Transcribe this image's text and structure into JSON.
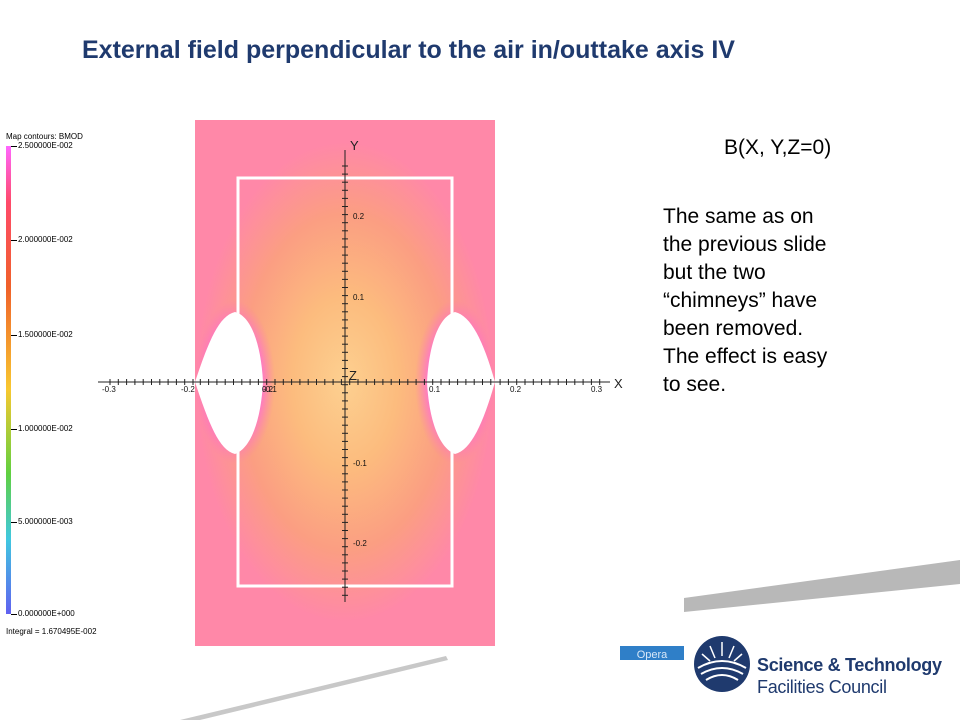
{
  "slide": {
    "title": "External field perpendicular to the air in/outtake axis IV",
    "field_formula": "B(X, Y,Z=0)",
    "description": "The same as on\nthe previous slide\nbut the two\n“chimneys” have\nbeen removed.\nThe effect is easy\nto see."
  },
  "legend": {
    "title": "Map contours: BMOD",
    "levels": [
      "2.500000E-002",
      "2.000000E-002",
      "1.500000E-002",
      "1.000000E-002",
      "5.000000E-003",
      "0.000000E+000"
    ],
    "integral": "Integral = 1.670495E-002"
  },
  "plot": {
    "axis_x_label": "X",
    "axis_y_label": "Y",
    "axis_z_label": "Z",
    "x_ticks": [
      "-0.3",
      "-0.2",
      "-0.1",
      "0.1",
      "0.2",
      "0.3"
    ],
    "y_ticks": [
      "0.2",
      "0.1",
      "-0.1",
      "-0.2"
    ]
  },
  "footer": {
    "opera_badge": "Opera",
    "org_line1": "Science & Technology",
    "org_line2": "Facilities Council"
  },
  "colors": {
    "title": "#1f3a6e",
    "field_outer": "#ff88a8",
    "field_center": "#fdd090",
    "aperture": "#ffffff"
  }
}
